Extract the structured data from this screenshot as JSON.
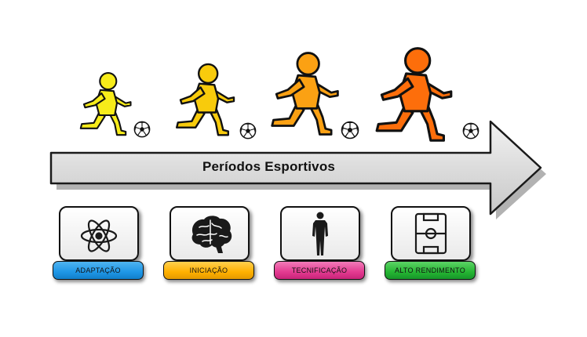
{
  "arrow": {
    "label": "Períodos Esportivos"
  },
  "stages": [
    {
      "label": "ADAPTAÇÃO",
      "icon": "atom-icon",
      "color": "#1e96e6",
      "player_color": "#f7ec1a"
    },
    {
      "label": "INICIAÇÃO",
      "icon": "brain-icon",
      "color": "#ffb000",
      "player_color": "#f8cb0c"
    },
    {
      "label": "TECNIFICAÇÃO",
      "icon": "human-body-icon",
      "color": "#e33a90",
      "player_color": "#fba113"
    },
    {
      "label": "ALTO RENDIMENTO",
      "icon": "football-field-icon",
      "color": "#25b532",
      "player_color": "#fd6e0b"
    }
  ]
}
